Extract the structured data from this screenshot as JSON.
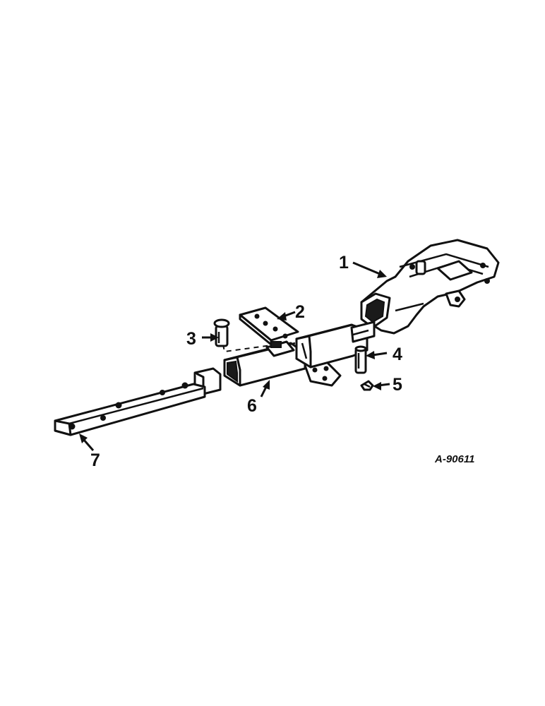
{
  "diagram": {
    "callouts": [
      "1",
      "2",
      "3",
      "4",
      "5",
      "6",
      "7"
    ],
    "reference_code": "A-90611"
  }
}
